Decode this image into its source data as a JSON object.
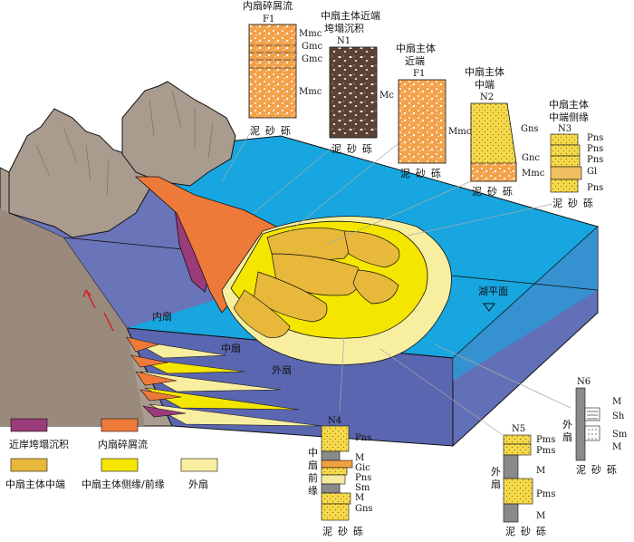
{
  "zones": {
    "inner": "内扇",
    "middle": "中扇",
    "outer": "外扇",
    "lake_level": "湖平面"
  },
  "axis": [
    "泥",
    "砂",
    "砾"
  ],
  "columns": {
    "f1_left": {
      "title": "内扇碎屑流",
      "code": "F1",
      "labels": [
        "Mmc",
        "Gmc",
        "Gmc",
        "Mmc"
      ]
    },
    "n1": {
      "title_line1": "中扇主体近端",
      "title_line2": "垮塌沉积",
      "code": "N1",
      "labels": [
        "Mc"
      ]
    },
    "f1_right": {
      "title_line1": "中扇主体",
      "title_line2": "近端",
      "code": "F1",
      "labels": [
        "Mmc"
      ]
    },
    "n2": {
      "title_line1": "中扇主体",
      "title_line2": "中端",
      "code": "N2",
      "labels": [
        "Gns",
        "Gnc",
        "Mmc"
      ]
    },
    "n3": {
      "title_line1": "中扇主体",
      "title_line2": "中端侧缘",
      "code": "N3",
      "labels": [
        "Pns",
        "Pns",
        "Pns",
        "Gl",
        "Pns"
      ]
    },
    "n4": {
      "side": [
        "中",
        "扇",
        "前",
        "缘"
      ],
      "code": "N4",
      "labels": [
        "Pns",
        "M",
        "Gic",
        "Pns",
        "Sm",
        "M",
        "Gns"
      ]
    },
    "n5": {
      "side": [
        "外",
        "扇"
      ],
      "code": "N5",
      "labels": [
        "Pms",
        "Pms",
        "M",
        "Pms",
        "M"
      ]
    },
    "n6": {
      "side": [
        "外",
        "扇"
      ],
      "code": "N6",
      "labels": [
        "M",
        "Sh",
        "Sm",
        "M"
      ]
    }
  },
  "legend": [
    {
      "label": "近岸垮塌沉积",
      "color": "#9b3b7a"
    },
    {
      "label": "内扇碎屑流",
      "color": "#ee7a3a"
    },
    {
      "label": "中扇主体中端",
      "color": "#e8b83a"
    },
    {
      "label": "中扇主体侧缘/前缘",
      "color": "#f5e600"
    },
    {
      "label": "外扇",
      "color": "#f7eea0"
    }
  ],
  "colors": {
    "lake": "#17a6e0",
    "deep": "#5a66b0",
    "mountain": "#a99b8e",
    "slope": "#8a7a6a"
  }
}
